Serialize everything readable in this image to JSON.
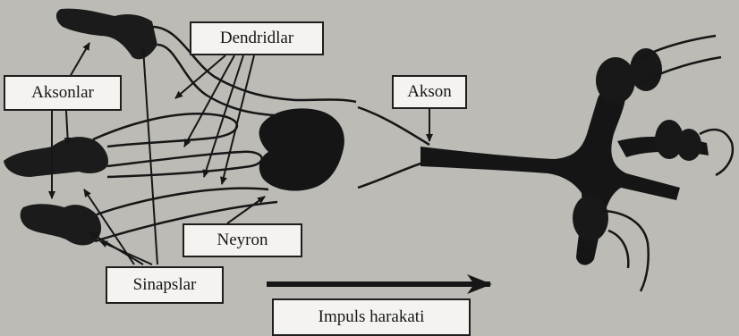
{
  "labels": {
    "dendrites": "Dendridlar",
    "axons": "Aksonlar",
    "axon": "Akson",
    "neuron": "Neyron",
    "synapses": "Sinapslar",
    "impulse": "Impuls harakati"
  },
  "colors": {
    "background": "#bdbbb6",
    "ink": "#161616",
    "label_fill": "#f4f3ef"
  }
}
